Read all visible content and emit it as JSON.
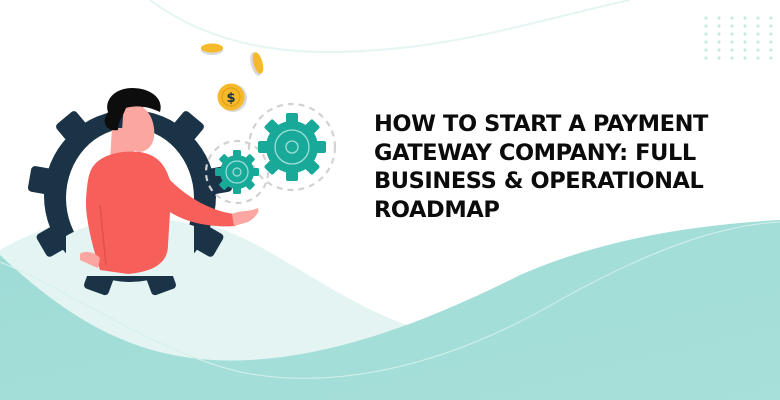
{
  "banner": {
    "title_lines": [
      "HOW TO START A PAYMENT",
      "GATEWAY COMPANY: FULL",
      "BUSINESS & OPERATIONAL",
      "ROADMAP"
    ],
    "title_full": "HOW TO START A PAYMENT GATEWAY COMPANY: FULL BUSINESS & OPERATIONAL ROADMAP"
  },
  "illustration": {
    "icons": [
      "person-icon",
      "large-gear-frame-icon",
      "teal-gear-large-icon",
      "teal-gear-small-icon",
      "dollar-coin-icon",
      "flying-coin-icon",
      "flying-coin-icon"
    ],
    "coin_symbol": "$"
  },
  "colors": {
    "background": "#ffffff",
    "wave_light": "#e3f4f2",
    "wave_teal": "#a5ddd8",
    "gear_dark": "#1b3347",
    "gear_teal": "#18a999",
    "shirt": "#f7605a",
    "skin": "#fba6a0",
    "hair": "#0d0d0d",
    "coin": "#f5b92a",
    "title_text": "#0b0b0b",
    "dots": "#c6ebe7"
  }
}
